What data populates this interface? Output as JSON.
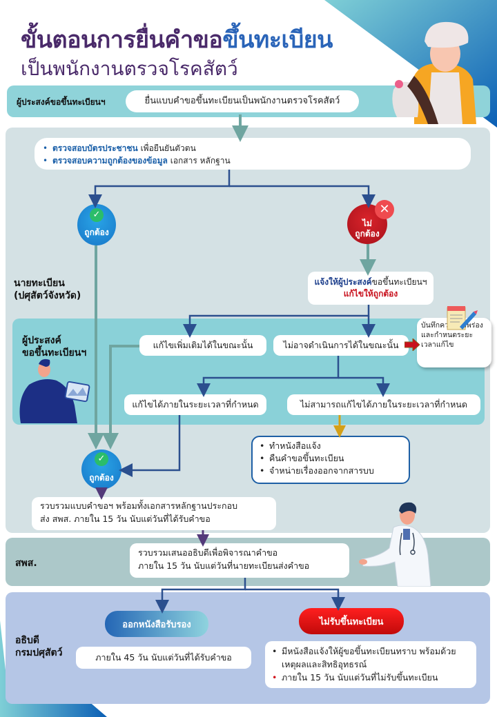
{
  "header": {
    "title_part1": "ขั้นตอนการยื่นคำขอ",
    "title_part2": "ขึ้นทะเบียน",
    "subtitle": "เป็นพนักงานตรวจโรคสัตว์"
  },
  "colors": {
    "title_purple": "#4a2a6a",
    "title_blue": "#2a64b8",
    "flow_navy": "#2b4f8e",
    "flow_teal": "#6fa5a0",
    "flow_purple": "#533a7a",
    "flow_gold": "#d4a017",
    "ok_blue": "#1e88d8",
    "bad_red": "#c8101c"
  },
  "lanes": {
    "applicant_top": {
      "label": "ผู้ประสงค์ขอขึ้นทะเบียนฯ",
      "step": "ยื่นแบบคำขอขึ้นทะเบียนเป็นพนักงานตรวจโรคสัตว์"
    },
    "registrar": {
      "label_line1": "นายทะเบียน",
      "label_line2": "(ปศุสัตว์จังหวัด)",
      "check_items": [
        {
          "keyword": "ตรวจสอบบัตรประชาชน",
          "rest": " เพื่อยืนยันตัวตน"
        },
        {
          "keyword": "ตรวจสอบความถูกต้องของข้อมูล",
          "rest": " เอกสาร หลักฐาน"
        }
      ],
      "decision_ok": "ถูกต้อง",
      "decision_bad_line1": "ไม่",
      "decision_bad_line2": "ถูกต้อง",
      "notify": {
        "kw1": "แจ้งให้ผู้ประสงค์",
        "mid": "ขอขึ้นทะเบียนฯ ",
        "kw2": "แก้ไขให้ถูกต้อง"
      },
      "decision_ok_2": "ถูกต้อง",
      "collect": {
        "line1": "รวบรวมแบบคำขอฯ พร้อมทั้งเอกสารหลักฐานประกอบ",
        "line2": "ส่ง สพส. ภายใน 15 วัน นับแต่วันที่ได้รับคำขอ"
      },
      "reject_actions": [
        "ทำหนังสือแจ้ง",
        "คืนคำขอขึ้นทะเบียน",
        "จำหน่ายเรื่องออกจากสารบบ"
      ]
    },
    "applicant": {
      "label_line1": "ผู้ประสงค์",
      "label_line2": "ขอขึ้นทะเบียนฯ",
      "fix_now": "แก้ไขเพิ่มเติมได้ในขณะนั้น",
      "cannot_now": "ไม่อาจดำเนินการได้ในขณะนั้น",
      "record_note": "บันทึกความบกพร่องและกำหนดระยะเวลาแก้ไข",
      "fixed_in_time": "แก้ไขได้ภายในระยะเวลาที่กำหนด",
      "not_fixed_in_time": "ไม่สามารถแก้ไขได้ภายในระยะเวลาที่กำหนด"
    },
    "dld": {
      "label": "สพส.",
      "step_line1": "รวบรวมเสนออธิบดีเพื่อพิจารณาคำขอ",
      "step_line2": "ภายใน 15 วัน นับแต่วันที่นายทะเบียนส่งคำขอ"
    },
    "director": {
      "label_line1": "อธิบดี",
      "label_line2": "กรมปศุสัตว์",
      "approve": "ออกหนังสือรับรอง",
      "approve_detail": "ภายใน 45 วัน นับแต่วันที่ได้รับคำขอ",
      "reject": "ไม่รับขึ้นทะเบียน",
      "reject_details": [
        "มีหนังสือแจ้งให้ผู้ขอขึ้นทะเบียนทราบ พร้อมด้วยเหตุผลและสิทธิอุทธรณ์",
        "ภายใน 15 วัน นับแต่วันที่ไม่รับขึ้นทะเบียน"
      ]
    }
  },
  "icons": {
    "check": "✓",
    "cross": "✕"
  }
}
